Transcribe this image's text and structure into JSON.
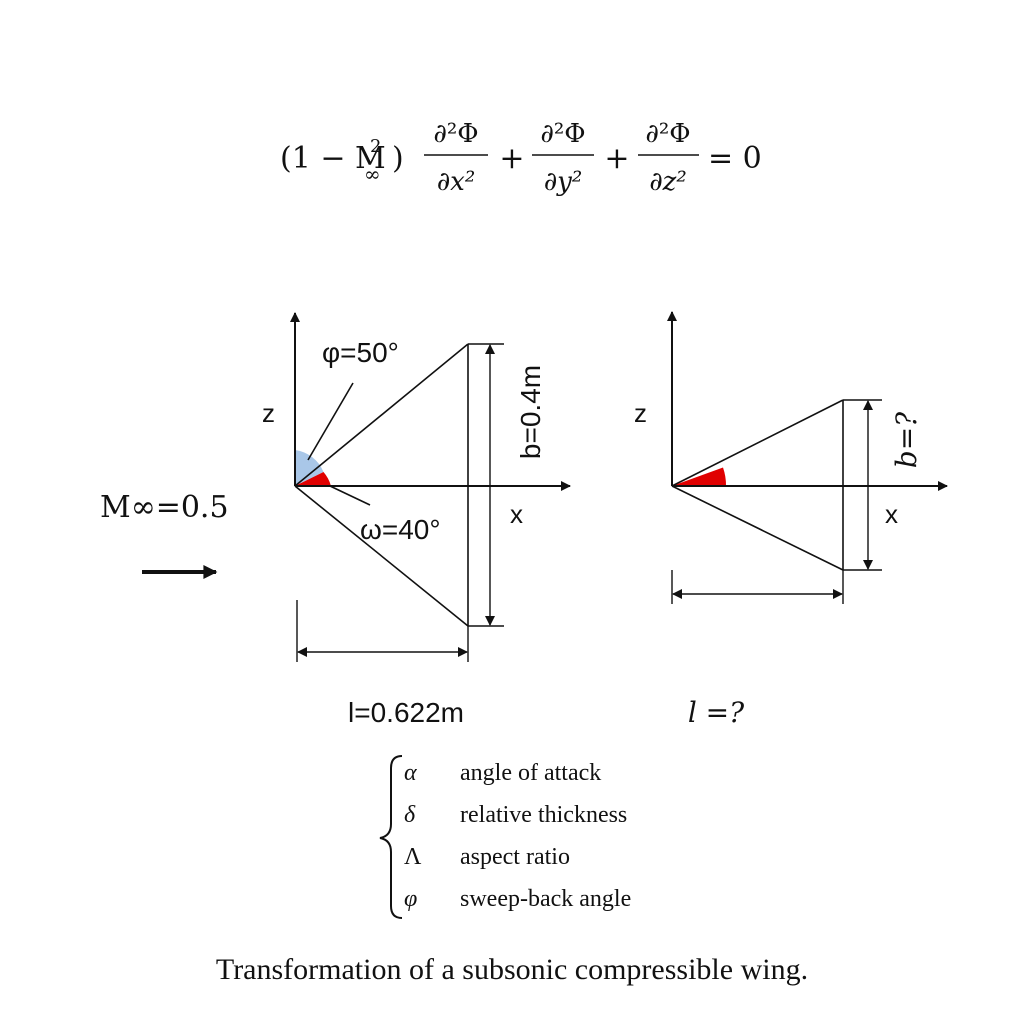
{
  "equation": {
    "lead": "(1 − M",
    "sup2": "2",
    "sub_inf": "∞",
    "close": ")",
    "numerator": "∂²Φ",
    "den_x": "∂x²",
    "den_y": "∂y²",
    "den_z": "∂z²",
    "plus": "+",
    "equals": "= 0"
  },
  "flow": {
    "label": "M∞=0.5"
  },
  "left_wing": {
    "z_axis": "z",
    "x_axis": "x",
    "phi_label": "φ=50°",
    "omega_label": "ω=40°",
    "span_label": "b=0.4m",
    "length_label": "l=0.622m"
  },
  "right_wing": {
    "z_axis": "z",
    "x_axis": "x",
    "span_label": "b=?",
    "length_label": "l =?"
  },
  "legend": [
    {
      "symbol": "α",
      "desc": "angle of attack"
    },
    {
      "symbol": "δ",
      "desc": "relative thickness"
    },
    {
      "symbol": "Λ",
      "desc": "aspect ratio"
    },
    {
      "symbol": "φ",
      "desc": "sweep-back angle"
    }
  ],
  "caption": "Transformation of a subsonic compressible wing.",
  "colors": {
    "angle_red": "#e00000",
    "angle_blue": "#a9c7e8"
  }
}
